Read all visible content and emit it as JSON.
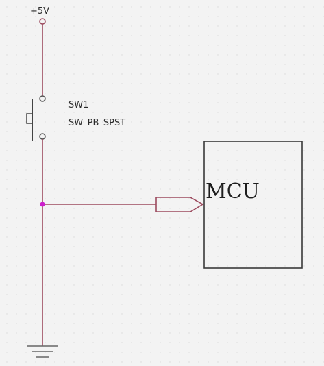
{
  "colors": {
    "background": "#f3f3f3",
    "grid_dot": "#d9d9d9",
    "wire": "#9c4a5e",
    "junction": "#cc1fcc",
    "mcu_border": "#3a3a3a",
    "text": "#2a2a2a"
  },
  "power": {
    "label": "+5V"
  },
  "switch": {
    "ref": "SW1",
    "value": "SW_PB_SPST"
  },
  "mcu": {
    "label": "MCU"
  }
}
